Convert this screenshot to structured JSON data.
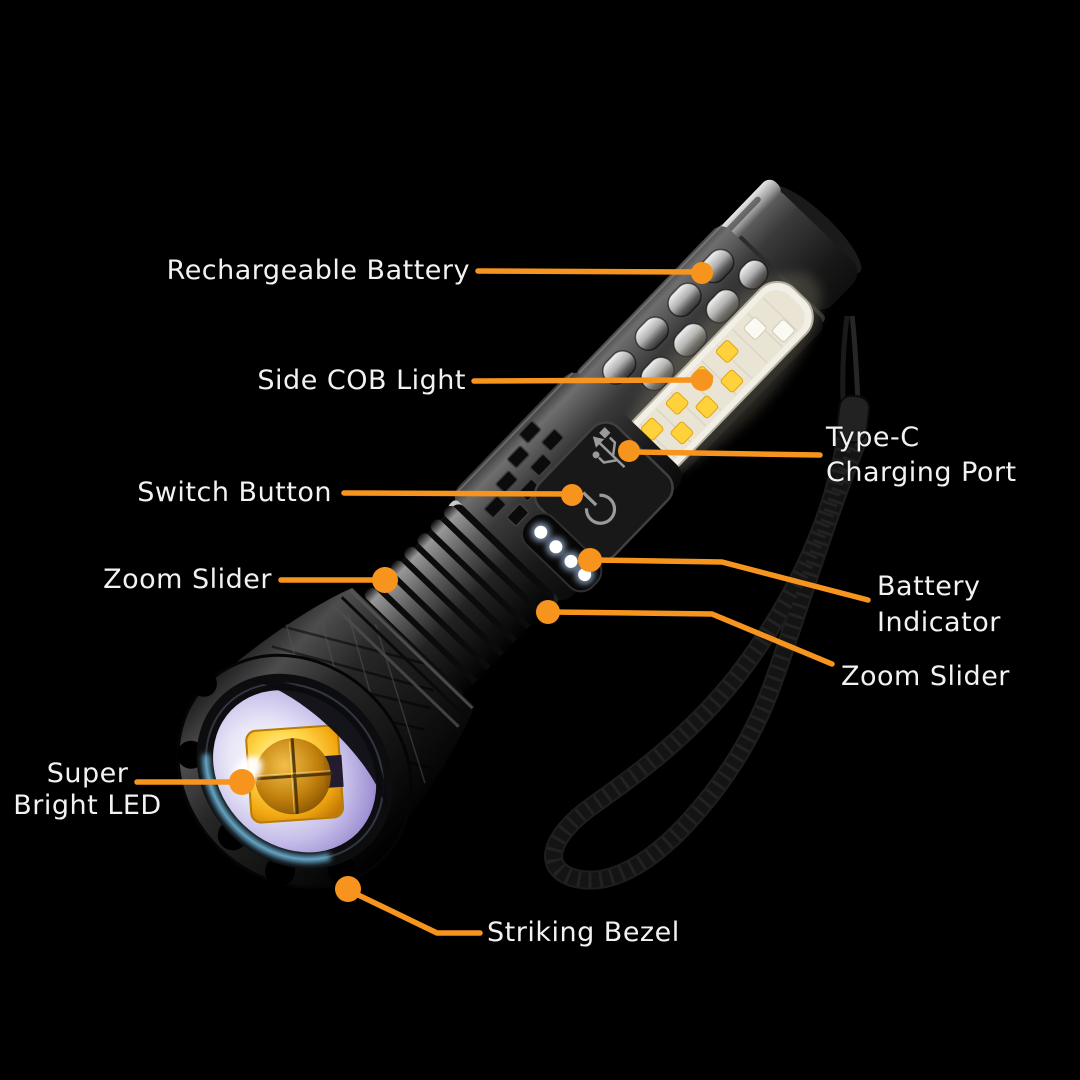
{
  "colors": {
    "background": "#000000",
    "accent": "#f7941e",
    "label_text": "#f2f2f2"
  },
  "labels": {
    "rechargeable_battery": "Rechargeable Battery",
    "side_cob_light": "Side COB Light",
    "switch_button": "Switch Button",
    "zoom_slider_left": "Zoom Slider",
    "super_bright_led_line1": "Super",
    "super_bright_led_line2": "Bright LED",
    "striking_bezel": "Striking Bezel",
    "type_c_line1": "Type-C",
    "type_c_line2": "Charging Port",
    "battery_indicator_line1": "Battery",
    "battery_indicator_line2": "Indicator",
    "zoom_slider_right": "Zoom Slider"
  },
  "icons": {
    "power": "power-icon",
    "usb": "usb-icon",
    "cob_leds": "cob-led-array",
    "battery_leds": "battery-indicator-leds"
  }
}
